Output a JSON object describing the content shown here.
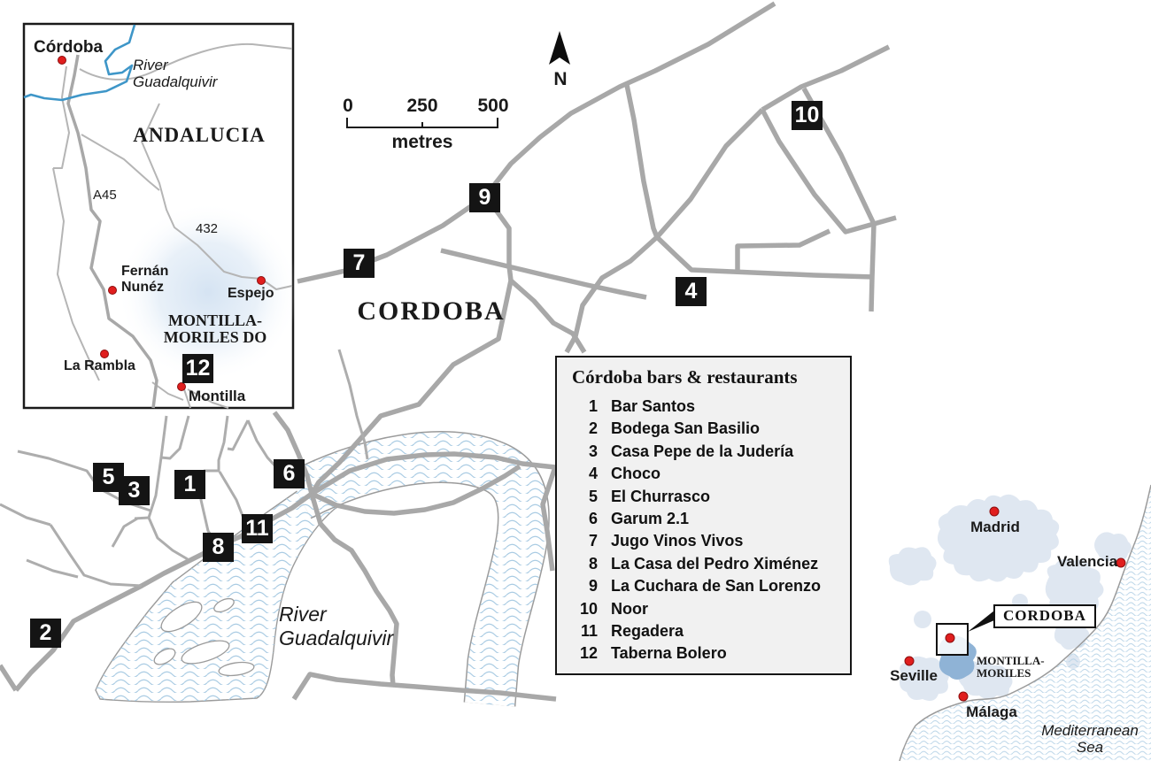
{
  "title": "Córdoba bars and restaurants map",
  "markers": [
    "1",
    "2",
    "3",
    "4",
    "5",
    "6",
    "7",
    "8",
    "9",
    "10",
    "11",
    "12"
  ],
  "main_map": {
    "city_label": "CORDOBA",
    "river_line1": "River",
    "river_line2": "Guadalquivir",
    "north_label": "N",
    "scale": {
      "start": "0",
      "mid": "250",
      "end": "500",
      "unit": "metres"
    }
  },
  "inset_map": {
    "city_label": "Córdoba",
    "river_line1": "River",
    "river_line2": "Guadalquivir",
    "region_label": "ANDALUCIA",
    "road_a45": "A45",
    "road_432": "432",
    "fernan_line1": "Fernán",
    "fernan_line2": "Nunéz",
    "espejo": "Espejo",
    "la_rambla": "La Rambla",
    "montilla": "Montilla",
    "do_line1": "MONTILLA-",
    "do_line2": "MORILES DO"
  },
  "legend": {
    "title": "Córdoba bars & restaurants",
    "items": [
      {
        "num": "1",
        "name": "Bar Santos"
      },
      {
        "num": "2",
        "name": "Bodega San Basilio"
      },
      {
        "num": "3",
        "name": "Casa Pepe de la Judería"
      },
      {
        "num": "4",
        "name": "Choco"
      },
      {
        "num": "5",
        "name": "El Churrasco"
      },
      {
        "num": "6",
        "name": "Garum 2.1"
      },
      {
        "num": "7",
        "name": "Jugo Vinos Vivos"
      },
      {
        "num": "8",
        "name": "La Casa del Pedro Ximénez"
      },
      {
        "num": "9",
        "name": "La Cuchara de San Lorenzo"
      },
      {
        "num": "10",
        "name": "Noor"
      },
      {
        "num": "11",
        "name": "Regadera"
      },
      {
        "num": "12",
        "name": "Taberna Bolero"
      }
    ]
  },
  "spain_map": {
    "madrid": "Madrid",
    "valencia": "Valencia",
    "seville": "Seville",
    "malaga": "Málaga",
    "cordoba_callout": "CORDOBA",
    "mm_line1": "MONTILLA-",
    "mm_line2": "MORILES",
    "sea_line1": "Mediterranean",
    "sea_line2": "Sea"
  },
  "colors": {
    "road_gray": "#a8a8a8",
    "river_blue_line": "#3e96c8",
    "river_wave": "#a9cbe3",
    "sea_wave": "#b7d3e7",
    "land_shading": "#dfe7f1",
    "montilla_region": "#8fb3d6",
    "marker_bg": "#141414",
    "city_dot_red": "#e01e1e",
    "legend_bg": "#f1f1f1"
  }
}
